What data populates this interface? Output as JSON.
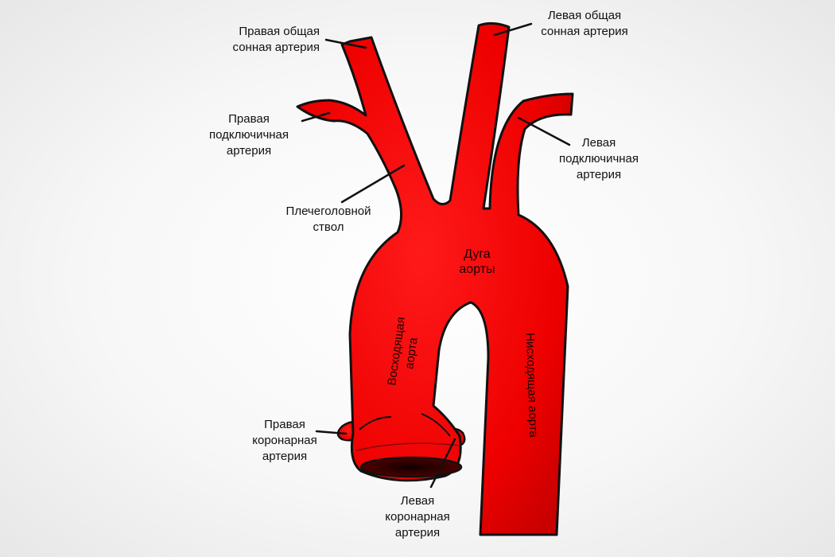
{
  "colors": {
    "vessel": "#ee0000",
    "vessel_dark": "#b30000",
    "outline": "#111111",
    "background": "#f5f5f5"
  },
  "labels": {
    "right_common_carotid": "Правая общая\nсонная артерия",
    "left_common_carotid": "Левая общая\nсонная артерия",
    "right_subclavian": "Правая\nподключичная\nартерия",
    "left_subclavian": "Левая\nподключичная\nартерия",
    "brachiocephalic_trunk": "Плечеголовной\nствол",
    "aortic_arch": "Дуга\nаорты",
    "ascending_aorta": "Восходящая\nаорта",
    "descending_aorta": "Нисходящая аорта",
    "right_coronary": "Правая\nкоронарная\nартерия",
    "left_coronary": "Левая\nкоронарная\nартерия"
  }
}
